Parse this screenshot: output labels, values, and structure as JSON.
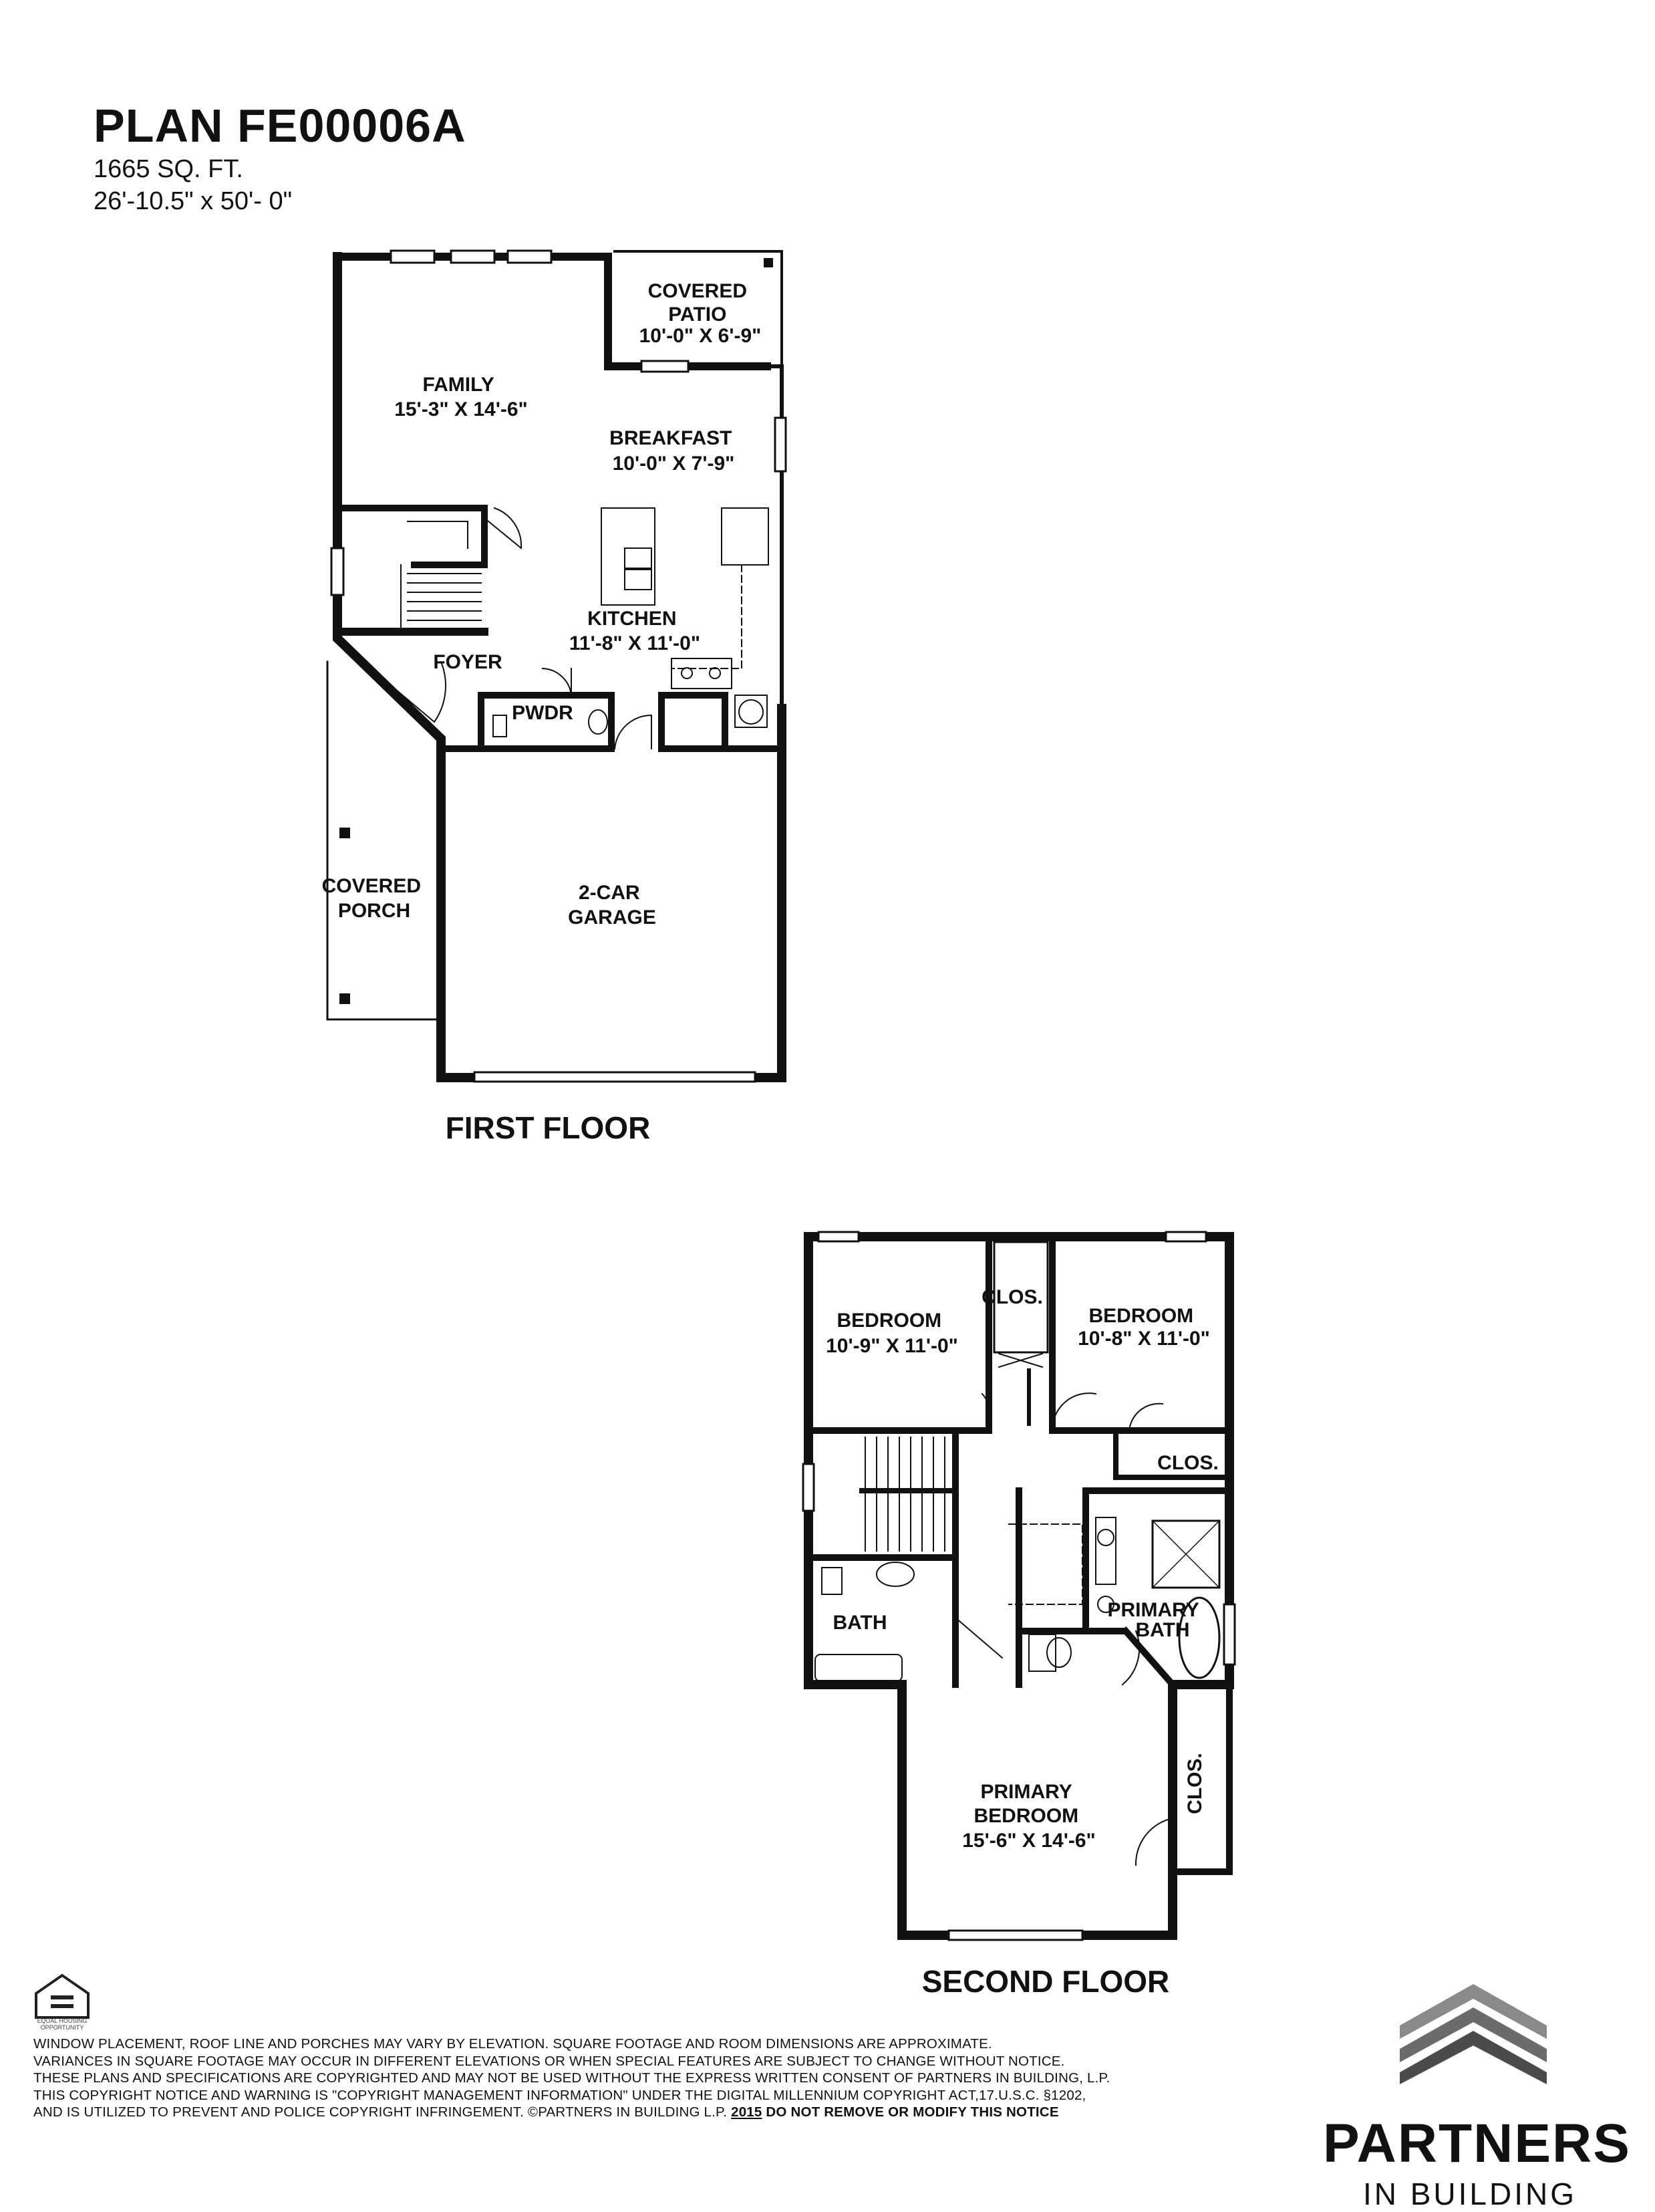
{
  "header": {
    "plan_title": "PLAN FE00006A",
    "square_feet": "1665 SQ. FT.",
    "dimensions": "26'-10.5\" x 50'- 0\""
  },
  "first_floor": {
    "label": "FIRST FLOOR",
    "rooms": {
      "covered_patio": [
        "COVERED",
        "PATIO",
        "10'-0\" X 6'-9\""
      ],
      "family": [
        "FAMILY",
        "15'-3\" X 14'-6\""
      ],
      "breakfast": [
        "BREAKFAST",
        "10'-0\" X 7'-9\""
      ],
      "kitchen": [
        "KITCHEN",
        "11'-8\" X 11'-0\""
      ],
      "foyer": [
        "FOYER"
      ],
      "powder": [
        "PWDR"
      ],
      "covered_porch": [
        "COVERED",
        "PORCH"
      ],
      "garage": [
        "2-CAR",
        "GARAGE"
      ]
    }
  },
  "second_floor": {
    "label": "SECOND FLOOR",
    "rooms": {
      "bedroom_left": [
        "BEDROOM",
        "10'-9\" X 11'-0\""
      ],
      "closet_left": [
        "CLOS."
      ],
      "bedroom_right": [
        "BEDROOM",
        "10'-8\" X 11'-0\""
      ],
      "closet_right": [
        "CLOS."
      ],
      "bath": [
        "BATH"
      ],
      "primary_bath": [
        "PRIMARY",
        "BATH"
      ],
      "primary_closet": [
        "CLOS."
      ],
      "primary_bedroom": [
        "PRIMARY",
        "BEDROOM",
        "15'-6\" X 14'-6\""
      ]
    }
  },
  "footer": {
    "disclaimer": [
      "WINDOW PLACEMENT, ROOF LINE AND PORCHES MAY VARY BY ELEVATION.  SQUARE FOOTAGE AND ROOM DIMENSIONS ARE APPROXIMATE.",
      "VARIANCES IN SQUARE FOOTAGE MAY OCCUR IN DIFFERENT ELEVATIONS OR  WHEN SPECIAL FEATURES ARE SUBJECT TO CHANGE WITHOUT NOTICE.",
      "THESE PLANS AND SPECIFICATIONS ARE COPYRIGHTED AND MAY NOT BE USED WITHOUT THE EXPRESS WRITTEN CONSENT OF PARTNERS IN BUILDING, L.P.",
      "THIS COPYRIGHT NOTICE AND WARNING IS \"COPYRIGHT MANAGEMENT INFORMATION\" UNDER THE DIGITAL MILLENNIUM COPYRIGHT ACT,17.U.S.C. §1202,"
    ],
    "disclaimer_last_prefix": "AND IS UTILIZED TO PREVENT AND POLICE COPYRIGHT INFRINGEMENT.  ©PARTNERS IN BUILDING L.P.",
    "disclaimer_year": "2015",
    "disclaimer_notice": "DO NOT REMOVE OR MODIFY THIS NOTICE",
    "equal_housing": "EQUAL HOUSING OPPORTUNITY",
    "brand_name": "PARTNERS",
    "brand_sub": "IN BUILDING",
    "icons": [
      "equal-housing-icon",
      "partners-logo-icon"
    ]
  },
  "colors": {
    "wall": "#111111",
    "fixture": "#555555",
    "logo_gray": "#8a8a8a"
  }
}
